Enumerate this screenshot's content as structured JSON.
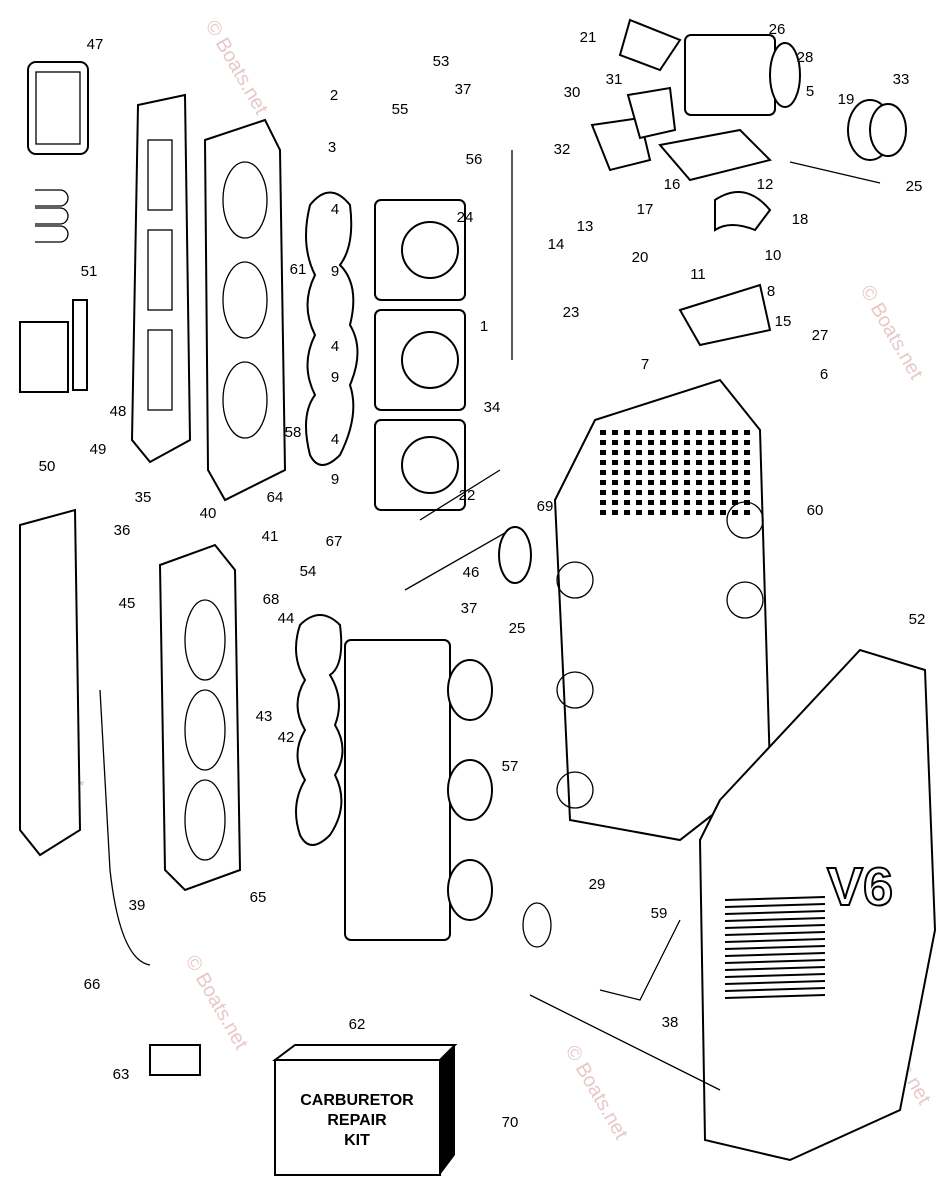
{
  "diagram": {
    "callouts": [
      "47",
      "53",
      "37",
      "2",
      "55",
      "3",
      "56",
      "21",
      "26",
      "28",
      "33",
      "31",
      "30",
      "5",
      "19",
      "32",
      "16",
      "12",
      "25",
      "24",
      "13",
      "14",
      "17",
      "18",
      "4",
      "9",
      "61",
      "20",
      "11",
      "10",
      "8",
      "51",
      "1",
      "23",
      "15",
      "27",
      "7",
      "6",
      "4",
      "9",
      "34",
      "48",
      "49",
      "50",
      "58",
      "4",
      "9",
      "22",
      "35",
      "40",
      "64",
      "69",
      "60",
      "36",
      "41",
      "67",
      "54",
      "46",
      "45",
      "68",
      "44",
      "37",
      "25",
      "52",
      "43",
      "42",
      "57",
      "39",
      "65",
      "29",
      "59",
      "66",
      "62",
      "38",
      "63",
      "70"
    ],
    "kit_box": [
      "CARBURETOR",
      "REPAIR",
      "KIT"
    ],
    "cover_badge": "V6",
    "watermark": "© Boats.net"
  }
}
